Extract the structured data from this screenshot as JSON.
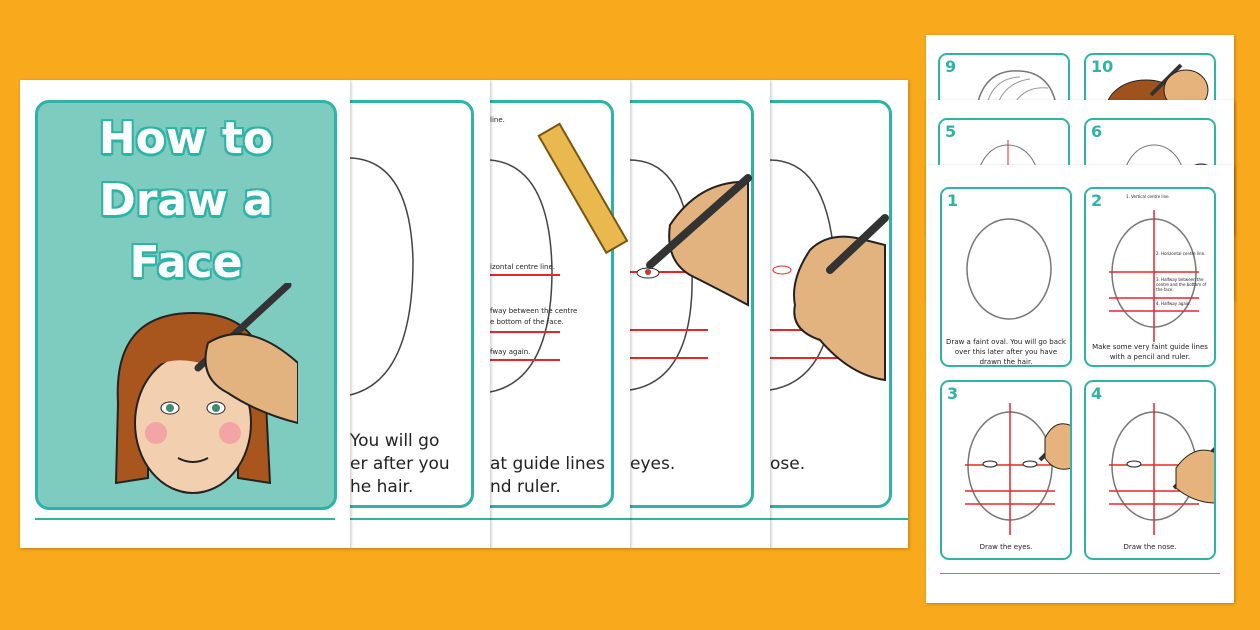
{
  "background_color": "#F8A91C",
  "accent_color": "#2DB4A7",
  "cover": {
    "title_lines": [
      "How to",
      "Draw a",
      "Face"
    ],
    "fill_color": "#7ECBC0"
  },
  "strip_pages": [
    {
      "text": "You will go\ner after you\nhe hair."
    },
    {
      "top_note": "line.",
      "labels": [
        "izontal centre line.",
        "fway between the centre\ne bottom of the face.",
        "fway again."
      ],
      "text": "at guide lines\nnd ruler."
    },
    {
      "text": "eyes."
    },
    {
      "text": "ose."
    }
  ],
  "right_stack": {
    "back_numbers": [
      "9",
      "10"
    ],
    "middle_numbers": [
      "5",
      "6"
    ],
    "cards": [
      {
        "number": "1",
        "caption": "Draw a faint oval. You will go back over this later after you have drawn the hair."
      },
      {
        "number": "2",
        "caption": "Make some very faint guide lines with a pencil and ruler.",
        "labels": [
          "1. Vertical centre line.",
          "2. Horizontal centre line.",
          "3. Halfway between the centre and the bottom of the face.",
          "4. Halfway again."
        ]
      },
      {
        "number": "3",
        "caption": "Draw the eyes."
      },
      {
        "number": "4",
        "caption": "Draw the nose."
      }
    ]
  }
}
